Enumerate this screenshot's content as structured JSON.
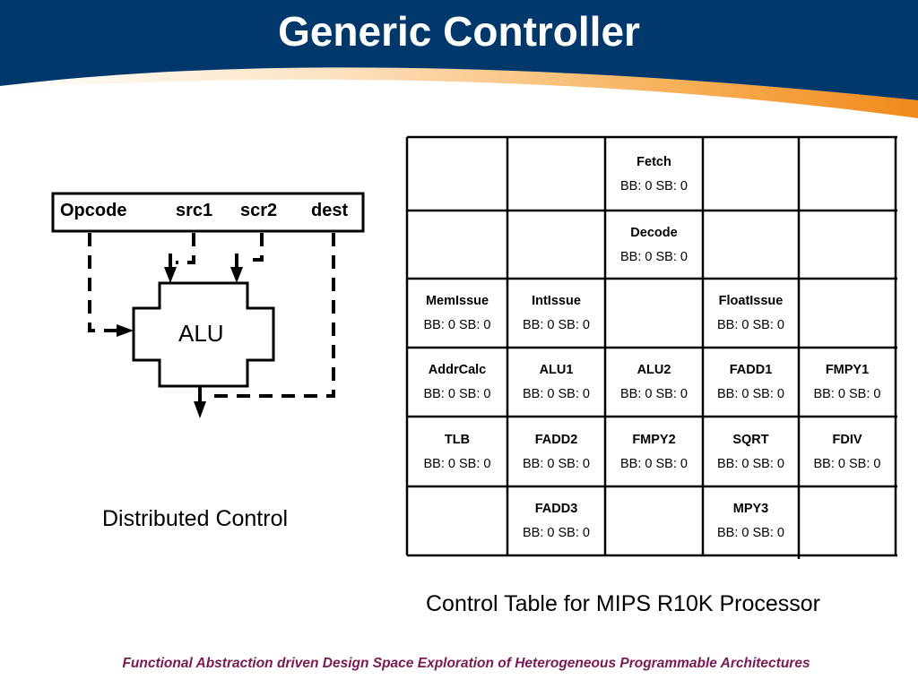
{
  "title": "Generic Controller",
  "instruction_fields": {
    "opcode": "Opcode",
    "src1": "src1",
    "src2": "scr2",
    "dest": "dest"
  },
  "alu_label": "ALU",
  "distributed_caption": "Distributed Control",
  "table_caption": "Control Table for MIPS R10K Processor",
  "footer": "Functional Abstraction driven Design Space Exploration of Heterogeneous Programmable Architectures",
  "control_table": {
    "rows": 6,
    "cols": 5,
    "cells": [
      {
        "row": 0,
        "col": 2,
        "name": "Fetch",
        "stat": "BB: 0  SB: 0"
      },
      {
        "row": 1,
        "col": 2,
        "name": "Decode",
        "stat": "BB: 0  SB: 0"
      },
      {
        "row": 2,
        "col": 0,
        "name": "MemIssue",
        "stat": "BB: 0  SB: 0"
      },
      {
        "row": 2,
        "col": 1,
        "name": "IntIssue",
        "stat": "BB: 0  SB: 0"
      },
      {
        "row": 2,
        "col": 3,
        "name": "FloatIssue",
        "stat": "BB: 0  SB: 0"
      },
      {
        "row": 3,
        "col": 0,
        "name": "AddrCalc",
        "stat": "BB: 0  SB: 0"
      },
      {
        "row": 3,
        "col": 1,
        "name": "ALU1",
        "stat": "BB: 0  SB: 0"
      },
      {
        "row": 3,
        "col": 2,
        "name": "ALU2",
        "stat": "BB: 0  SB: 0"
      },
      {
        "row": 3,
        "col": 3,
        "name": "FADD1",
        "stat": "BB: 0  SB: 0"
      },
      {
        "row": 3,
        "col": 4,
        "name": "FMPY1",
        "stat": "BB: 0  SB: 0"
      },
      {
        "row": 4,
        "col": 0,
        "name": "TLB",
        "stat": "BB: 0  SB: 0"
      },
      {
        "row": 4,
        "col": 1,
        "name": "FADD2",
        "stat": "BB: 0  SB: 0"
      },
      {
        "row": 4,
        "col": 2,
        "name": "FMPY2",
        "stat": "BB: 0  SB: 0"
      },
      {
        "row": 4,
        "col": 3,
        "name": "SQRT",
        "stat": "BB: 0  SB: 0"
      },
      {
        "row": 4,
        "col": 4,
        "name": "FDIV",
        "stat": "BB: 0  SB: 0"
      },
      {
        "row": 5,
        "col": 1,
        "name": "FADD3",
        "stat": "BB: 0  SB: 0"
      },
      {
        "row": 5,
        "col": 3,
        "name": "MPY3",
        "stat": "BB: 0  SB: 0"
      }
    ]
  },
  "colors": {
    "header_blue": "#00386b",
    "header_swoosh": "#f4951e",
    "footer_text": "#7a1a50"
  }
}
